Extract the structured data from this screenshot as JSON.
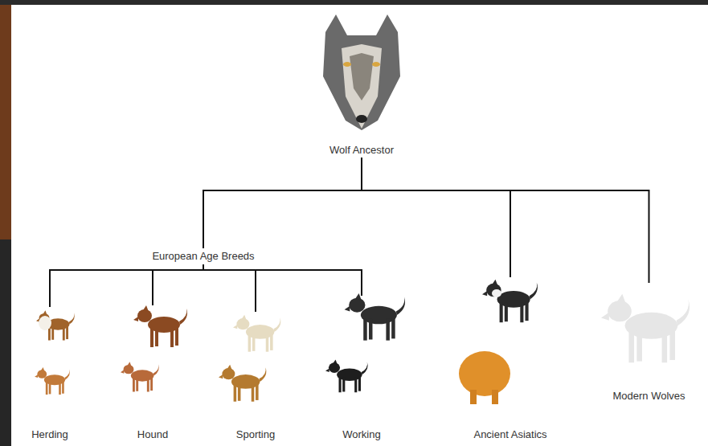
{
  "diagram": {
    "nodes": [
      {
        "text": [
          "Wolf Ancestor"
        ]
      },
      {
        "text": [
          "European Age Breeds"
        ]
      },
      {
        "text": [
          "Herding"
        ]
      },
      {
        "text": [
          "Hound"
        ]
      },
      {
        "text": [
          "Sporting"
        ]
      },
      {
        "text": [
          "Working"
        ]
      },
      {
        "text": [
          "Ancient Asiatics"
        ]
      },
      {
        "text": [
          "Modern Wolves"
        ]
      }
    ],
    "edges": [
      {
        "from": 0,
        "to": 1,
        "arrow": "none"
      },
      {
        "from": 0,
        "to": 6,
        "arrow": "none"
      },
      {
        "from": 0,
        "to": 7,
        "arrow": "none"
      },
      {
        "from": 1,
        "to": 2,
        "arrow": "none"
      },
      {
        "from": 1,
        "to": 3,
        "arrow": "none"
      },
      {
        "from": 1,
        "to": 4,
        "arrow": "none"
      },
      {
        "from": 1,
        "to": 5,
        "arrow": "none"
      }
    ]
  }
}
